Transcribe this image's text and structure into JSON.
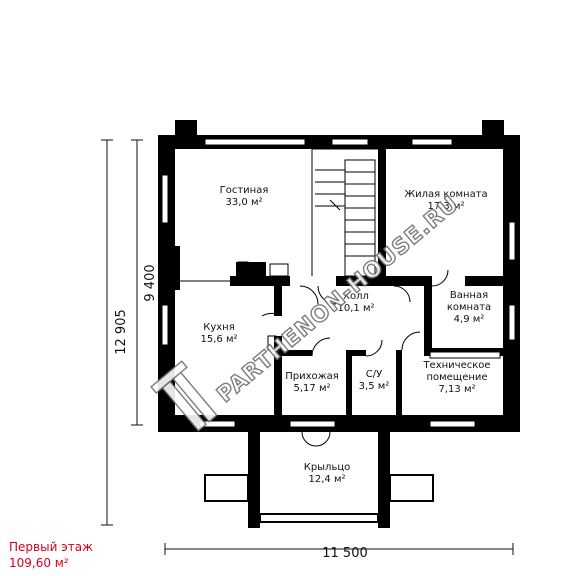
{
  "rooms": [
    {
      "name": "Гостиная",
      "area": "33,0 м²"
    },
    {
      "name": "Жилая комната",
      "area": "17,3 м²"
    },
    {
      "name": "Холл",
      "area": "10,1 м²"
    },
    {
      "name": "Ванная",
      "name2": "комната",
      "area": "4,9 м²"
    },
    {
      "name": "Кухня",
      "area": "15,6 м²"
    },
    {
      "name": "Прихожая",
      "area": "5,17 м²"
    },
    {
      "name": "С/У",
      "area": "3,5 м²"
    },
    {
      "name": "Техническое",
      "name2": "помещение",
      "area": "7,13 м²"
    },
    {
      "name": "Крыльцо",
      "area": "12,4 м²"
    }
  ],
  "dimensions": {
    "width": "11 500",
    "height_total": "12 905",
    "height_house": "9 400"
  },
  "floor": {
    "label": "Первый этаж",
    "area": "109,60 м²"
  },
  "watermark": "PARTHENON-HOUSE.RU"
}
